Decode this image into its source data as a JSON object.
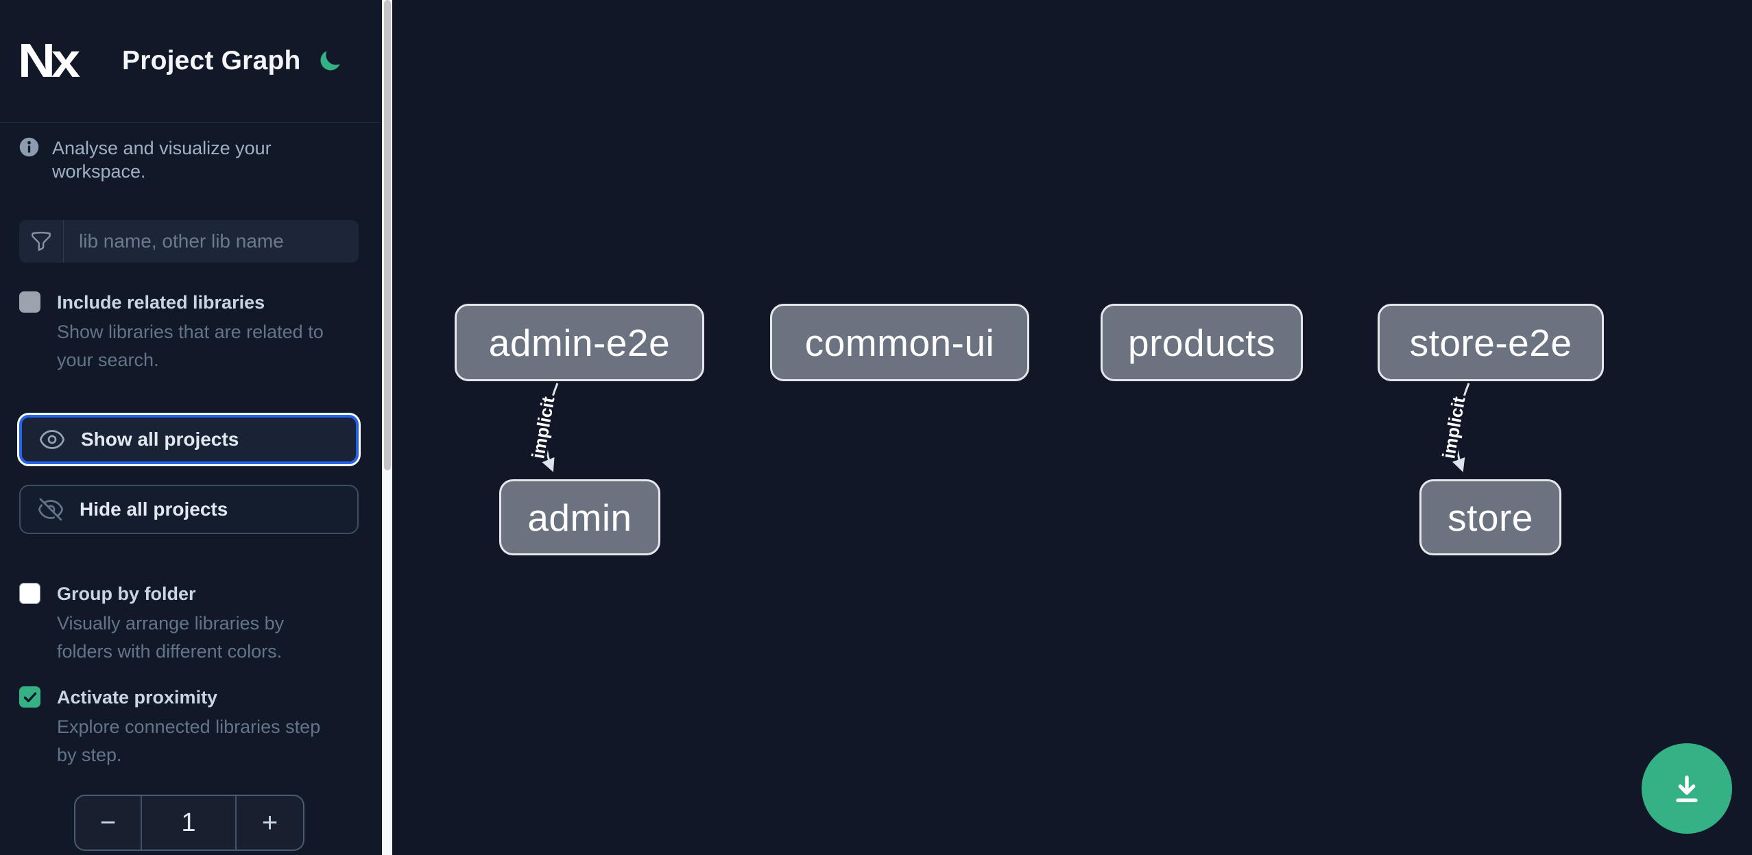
{
  "header": {
    "logo_text": "Nx",
    "title": "Project Graph"
  },
  "sidebar": {
    "description": "Analyse and visualize your workspace.",
    "search_placeholder": "lib name, other lib name",
    "options": [
      {
        "label": "Include related libraries",
        "description": "Show libraries that are related to your search.",
        "checked": false
      },
      {
        "label": "Group by folder",
        "description": "Visually arrange libraries by folders with different colors.",
        "checked": false
      },
      {
        "label": "Activate proximity",
        "description": "Explore connected libraries step by step.",
        "checked": true
      }
    ],
    "buttons": {
      "show_all": "Show all projects",
      "hide_all": "Hide all projects"
    },
    "stepper": {
      "decrement": "−",
      "value": "1",
      "increment": "+"
    }
  },
  "graph": {
    "nodes": [
      {
        "label": "admin-e2e"
      },
      {
        "label": "common-ui"
      },
      {
        "label": "products"
      },
      {
        "label": "store-e2e"
      },
      {
        "label": "admin"
      },
      {
        "label": "store"
      }
    ],
    "edges": [
      {
        "from": "admin-e2e",
        "to": "admin",
        "label": "implicit",
        "type": "implicit"
      },
      {
        "from": "store-e2e",
        "to": "store",
        "label": "implicit",
        "type": "implicit"
      }
    ]
  },
  "icons": {
    "theme": "moon-icon",
    "info": "info-icon",
    "filter": "funnel-icon",
    "show": "eye-icon",
    "hide": "eye-slash-icon",
    "check": "check-icon",
    "fab": "download-icon"
  },
  "colors": {
    "accent": "#34b286",
    "focus": "#2563eb",
    "sidebar-bg": "#111827",
    "canvas-bg": "#111726",
    "node-fill": "#6b7280",
    "node-border": "#e5e7eb",
    "edge": "#dce3ec"
  }
}
